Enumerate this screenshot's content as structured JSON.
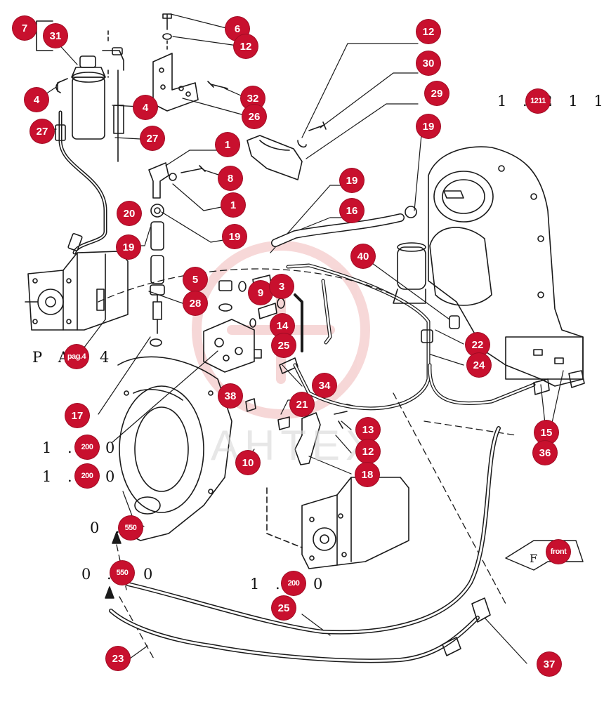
{
  "callouts": [
    {
      "id": "c1",
      "label": "7"
    },
    {
      "id": "c2",
      "label": "31"
    },
    {
      "id": "c3",
      "label": "4"
    },
    {
      "id": "c4",
      "label": "4"
    },
    {
      "id": "c5",
      "label": "27"
    },
    {
      "id": "c6",
      "label": "27"
    },
    {
      "id": "c7",
      "label": "6"
    },
    {
      "id": "c8",
      "label": "12"
    },
    {
      "id": "c9",
      "label": "32"
    },
    {
      "id": "c10",
      "label": "26"
    },
    {
      "id": "c11",
      "label": "12"
    },
    {
      "id": "c12",
      "label": "30"
    },
    {
      "id": "c13",
      "label": "29"
    },
    {
      "id": "c14",
      "label": "1211"
    },
    {
      "id": "c15",
      "label": "19"
    },
    {
      "id": "c16",
      "label": "1"
    },
    {
      "id": "c17",
      "label": "8"
    },
    {
      "id": "c18",
      "label": "1"
    },
    {
      "id": "c19",
      "label": "20"
    },
    {
      "id": "c20",
      "label": "19"
    },
    {
      "id": "c21",
      "label": "19"
    },
    {
      "id": "c22",
      "label": "19"
    },
    {
      "id": "c23",
      "label": "16"
    },
    {
      "id": "c24",
      "label": "40"
    },
    {
      "id": "c25",
      "label": "5"
    },
    {
      "id": "c26",
      "label": "9"
    },
    {
      "id": "c27",
      "label": "3"
    },
    {
      "id": "c28",
      "label": "28"
    },
    {
      "id": "c29",
      "label": "14"
    },
    {
      "id": "c30",
      "label": "25"
    },
    {
      "id": "c31",
      "label": "22"
    },
    {
      "id": "c32",
      "label": "24"
    },
    {
      "id": "c33",
      "label": "pag.4"
    },
    {
      "id": "c34",
      "label": "34"
    },
    {
      "id": "c35",
      "label": "38"
    },
    {
      "id": "c36",
      "label": "21"
    },
    {
      "id": "c37",
      "label": "17"
    },
    {
      "id": "c38",
      "label": "13"
    },
    {
      "id": "c39",
      "label": "15"
    },
    {
      "id": "c40",
      "label": "200"
    },
    {
      "id": "c41",
      "label": "12"
    },
    {
      "id": "c42",
      "label": "36"
    },
    {
      "id": "c43",
      "label": "10"
    },
    {
      "id": "c44",
      "label": "18"
    },
    {
      "id": "c45",
      "label": "200"
    },
    {
      "id": "c46",
      "label": "550"
    },
    {
      "id": "c47",
      "label": "front"
    },
    {
      "id": "c48",
      "label": "550"
    },
    {
      "id": "c49",
      "label": "200"
    },
    {
      "id": "c50",
      "label": "25"
    },
    {
      "id": "c51",
      "label": "23"
    },
    {
      "id": "c52",
      "label": "37"
    }
  ],
  "references": [
    {
      "id": "r1",
      "text": "1 . 2 1 1"
    },
    {
      "id": "r2",
      "text": "P A"
    },
    {
      "id": "r3",
      "text": "4"
    },
    {
      "id": "r4",
      "text": "1 . 1"
    },
    {
      "id": "r5",
      "text": "0"
    },
    {
      "id": "r6",
      "text": "1 . 1"
    },
    {
      "id": "r7",
      "text": "0"
    },
    {
      "id": "r8",
      "text": "0 ."
    },
    {
      "id": "r9",
      "text": "0 ."
    },
    {
      "id": "r10",
      "text": "0"
    },
    {
      "id": "r11",
      "text": "1 . 1"
    },
    {
      "id": "r12",
      "text": "0"
    },
    {
      "id": "r13",
      "text": "F R"
    }
  ],
  "watermark": "AHTEX",
  "colors": {
    "badge": "#c8102e",
    "line": "#1a1a1a",
    "watermark": "#e57373"
  }
}
